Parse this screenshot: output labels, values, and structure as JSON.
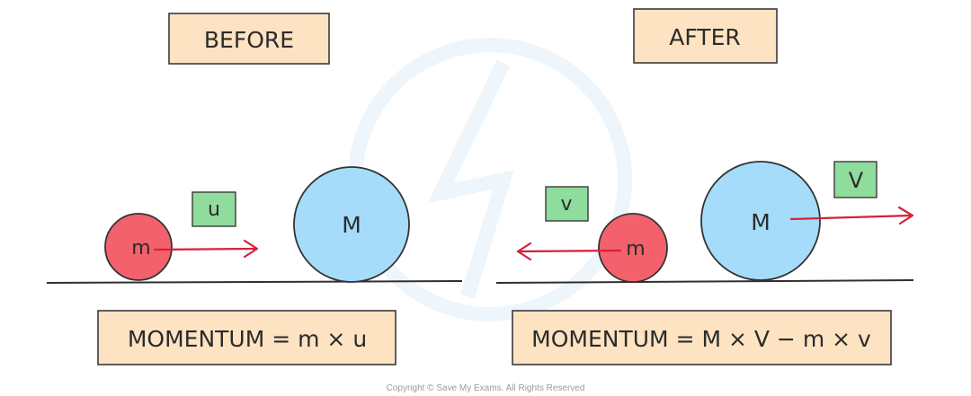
{
  "colors": {
    "label_fill": "#fde3c2",
    "velocity_fill": "#8fdc9c",
    "small_ball_fill": "#f2616c",
    "big_ball_fill": "#a5dcf9",
    "arrow": "#d6203a"
  },
  "before": {
    "title": "BEFORE",
    "small_mass": "m",
    "large_mass": "M",
    "velocity": "u",
    "momentum_equation": "MOMENTUM = m × u"
  },
  "after": {
    "title": "AFTER",
    "small_mass": "m",
    "large_mass": "M",
    "small_velocity": "v",
    "large_velocity": "V",
    "momentum_equation": "MOMENTUM = M × V − m × v"
  },
  "footer": {
    "copyright": "Copyright © Save My Exams. All Rights Reserved"
  }
}
